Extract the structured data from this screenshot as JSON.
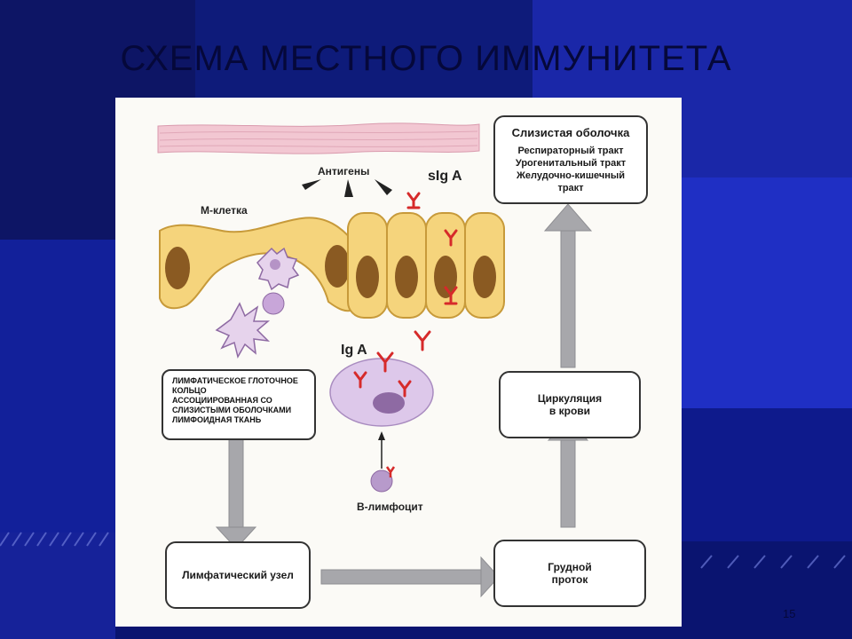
{
  "slide": {
    "title": "СХЕМА МЕСТНОГО ИММУНИТЕТА",
    "page_number": "15"
  },
  "diagram": {
    "antigens_label": "Антигены",
    "siga_label": "sIg A",
    "mcell_label": "М-клетка",
    "iga_label": "Ig A",
    "blymph_label": "В-лимфоцит",
    "mucosa_box": {
      "title": "Слизистая оболочка",
      "lines": [
        "Респираторный тракт",
        "Урогенитальный тракт",
        "Желудочно-кишечный",
        "тракт"
      ]
    },
    "lymphoid_box": {
      "lines": [
        "ЛИМФАТИЧЕСКОЕ ГЛОТОЧНОЕ",
        "КОЛЬЦО",
        "АССОЦИИРОВАННАЯ СО",
        "СЛИЗИСТЫМИ ОБОЛОЧКАМИ",
        "ЛИМФОИДНАЯ ТКАНЬ"
      ]
    },
    "lymph_node_label": "Лимфатический узел",
    "thoracic_duct": [
      "Грудной",
      "проток"
    ],
    "blood_circ": [
      "Циркуляция",
      "в крови"
    ]
  },
  "colors": {
    "background": "#0a1470",
    "panel": "#fbfaf6",
    "arrow": "#a7a7ab",
    "mucus": "#f2c7d2",
    "cell_fill": "#f5d47c",
    "nucleus": "#8a5a22",
    "antibody": "#d62a2a",
    "cell_purple": "#d9c6e3"
  }
}
